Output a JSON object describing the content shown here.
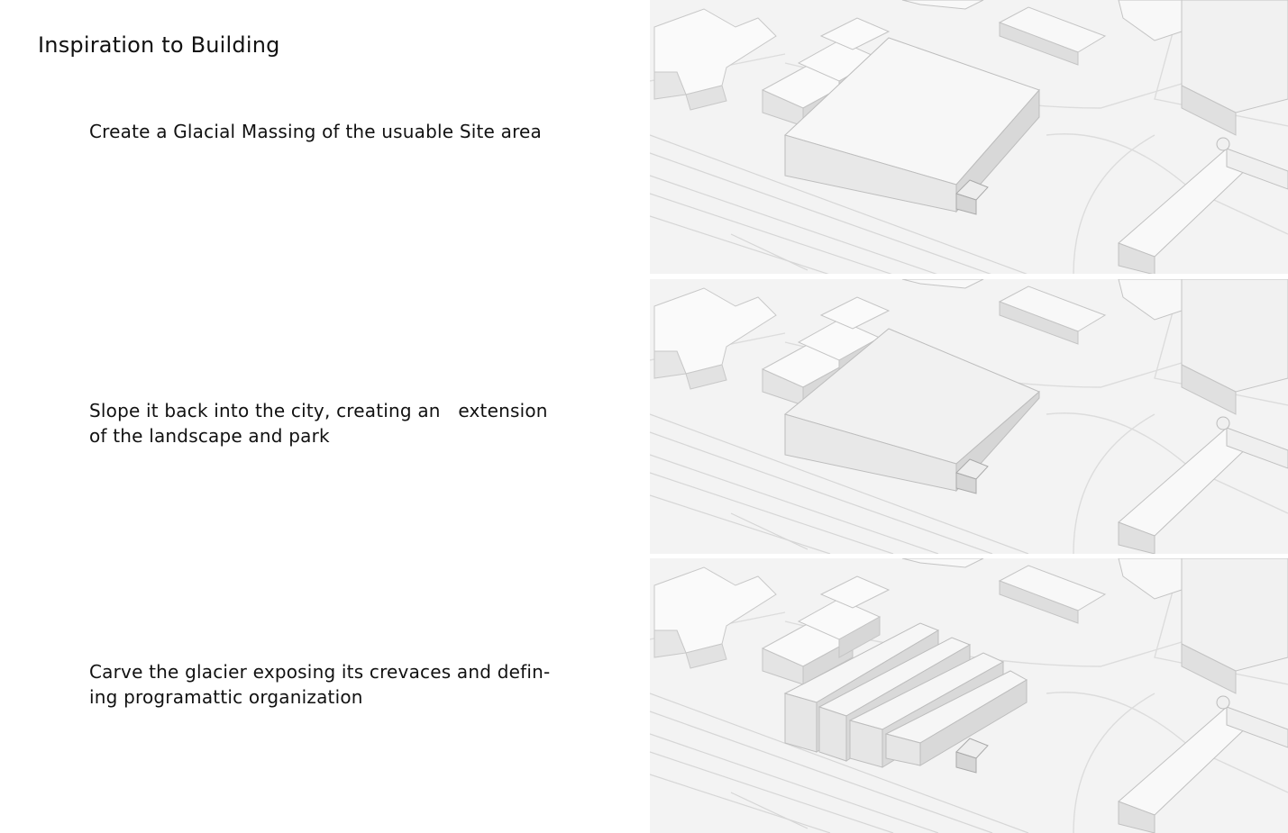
{
  "page": {
    "title": "Inspiration to Building"
  },
  "steps": [
    {
      "text": "Create a Glacial Massing of the usuable Site area"
    },
    {
      "text": "Slope it back into the city, creating an   extension\nof the landscape and park"
    },
    {
      "text": "Carve the glacier exposing its crevaces and defin-\ning programattic organization"
    }
  ],
  "renders": [
    {
      "massing": "block"
    },
    {
      "massing": "sloped-block"
    },
    {
      "massing": "carved-bars"
    }
  ]
}
